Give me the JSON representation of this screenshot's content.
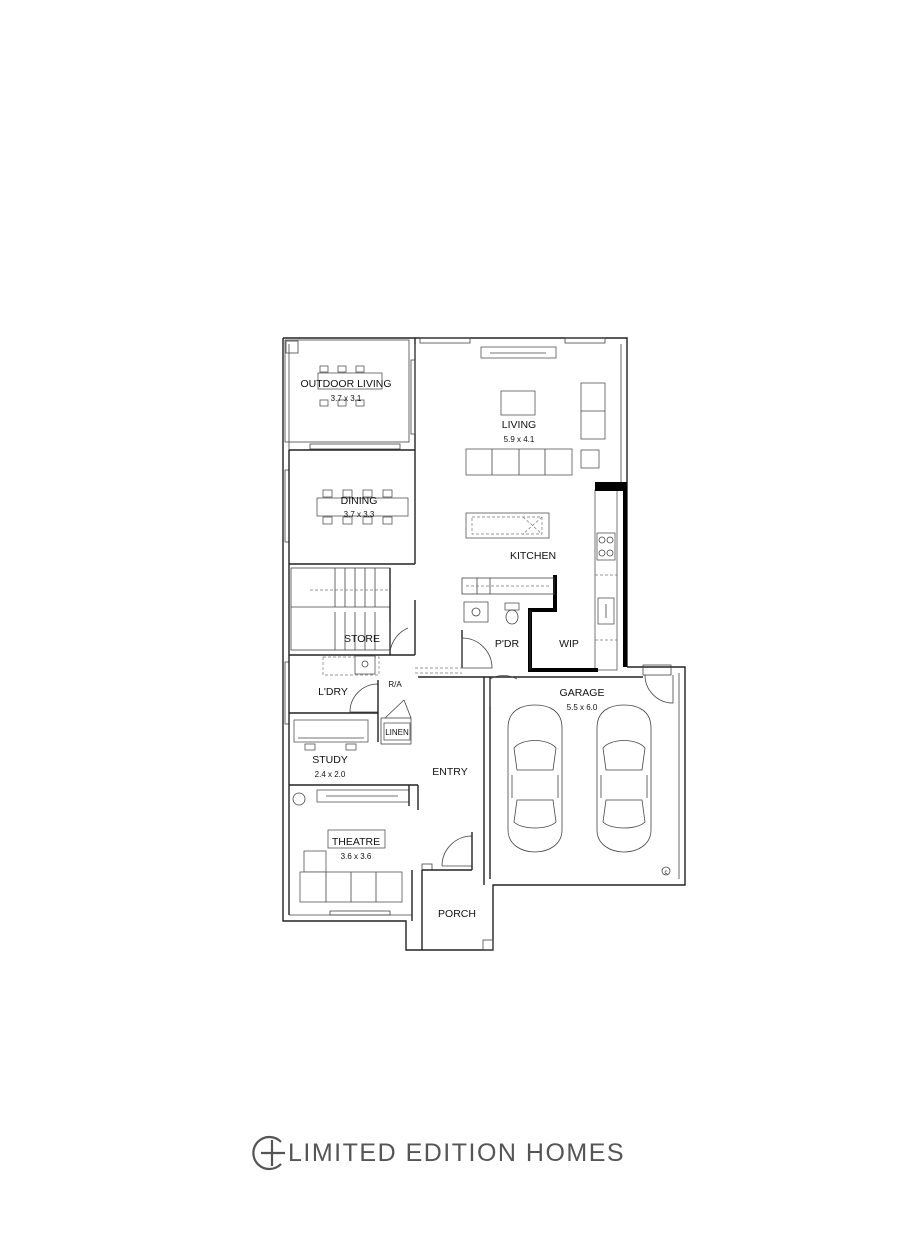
{
  "rooms": {
    "outdoor_living": {
      "name": "OUTDOOR LIVING",
      "dim": "3.7 x 3.1"
    },
    "living": {
      "name": "LIVING",
      "dim": "5.9 x 4.1"
    },
    "dining": {
      "name": "DINING",
      "dim": "3.7 x 3.3"
    },
    "kitchen": {
      "name": "KITCHEN"
    },
    "store": {
      "name": "STORE"
    },
    "powder": {
      "name": "P'DR"
    },
    "wip": {
      "name": "WIP"
    },
    "laundry": {
      "name": "L'DRY"
    },
    "ra": {
      "name": "R/A"
    },
    "linen": {
      "name": "LINEN"
    },
    "garage": {
      "name": "GARAGE",
      "dim": "5.5 x 6.0"
    },
    "study": {
      "name": "STUDY",
      "dim": "2.4 x 2.0"
    },
    "entry": {
      "name": "ENTRY"
    },
    "theatre": {
      "name": "THEATRE",
      "dim": "3.6 x 3.6"
    },
    "porch": {
      "name": "PORCH"
    }
  },
  "copyright_mark": "c",
  "brand": {
    "name": "LIMITED EDITION HOMES"
  },
  "colors": {
    "line": "#222222",
    "brand": "#555555",
    "background": "#ffffff"
  }
}
